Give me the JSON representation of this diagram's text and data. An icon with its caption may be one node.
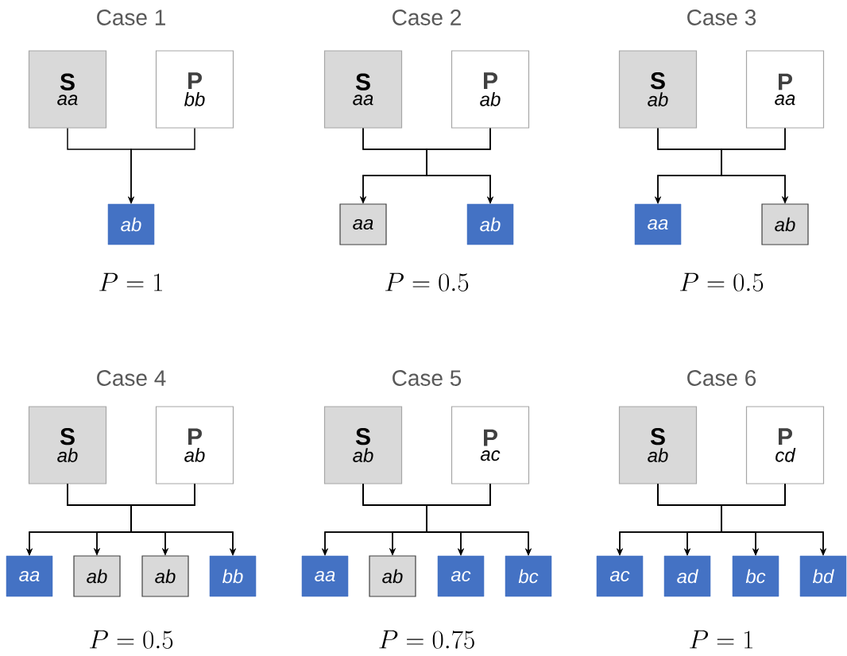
{
  "diagram": {
    "nodes": [
      {
        "text": [
          "S",
          "aa"
        ]
      },
      {
        "text": [
          "P",
          "bb"
        ]
      },
      {
        "text": [
          "ab"
        ]
      },
      {
        "text": [
          "S",
          "aa"
        ]
      },
      {
        "text": [
          "P",
          "ab"
        ]
      },
      {
        "text": [
          "aa"
        ]
      },
      {
        "text": [
          "ab"
        ]
      },
      {
        "text": [
          "S",
          "ab"
        ]
      },
      {
        "text": [
          "P",
          "aa"
        ]
      },
      {
        "text": [
          "aa"
        ]
      },
      {
        "text": [
          "ab"
        ]
      },
      {
        "text": [
          "S",
          "ab"
        ]
      },
      {
        "text": [
          "P",
          "ab"
        ]
      },
      {
        "text": [
          "aa"
        ]
      },
      {
        "text": [
          "ab"
        ]
      },
      {
        "text": [
          "ab"
        ]
      },
      {
        "text": [
          "bb"
        ]
      },
      {
        "text": [
          "S",
          "ab"
        ]
      },
      {
        "text": [
          "P",
          "ac"
        ]
      },
      {
        "text": [
          "aa"
        ]
      },
      {
        "text": [
          "ab"
        ]
      },
      {
        "text": [
          "ac"
        ]
      },
      {
        "text": [
          "bc"
        ]
      },
      {
        "text": [
          "S",
          "ab"
        ]
      },
      {
        "text": [
          "P",
          "cd"
        ]
      },
      {
        "text": [
          "ac"
        ]
      },
      {
        "text": [
          "ad"
        ]
      },
      {
        "text": [
          "bc"
        ]
      },
      {
        "text": [
          "bd"
        ]
      }
    ],
    "edges": [
      {
        "from": 0,
        "to": 2,
        "arrow": "to"
      },
      {
        "from": 1,
        "to": 2,
        "arrow": "to"
      },
      {
        "from": 3,
        "to": 5,
        "arrow": "to"
      },
      {
        "from": 3,
        "to": 6,
        "arrow": "to"
      },
      {
        "from": 4,
        "to": 5,
        "arrow": "to"
      },
      {
        "from": 4,
        "to": 6,
        "arrow": "to"
      },
      {
        "from": 7,
        "to": 9,
        "arrow": "to"
      },
      {
        "from": 7,
        "to": 10,
        "arrow": "to"
      },
      {
        "from": 8,
        "to": 9,
        "arrow": "to"
      },
      {
        "from": 8,
        "to": 10,
        "arrow": "to"
      },
      {
        "from": 11,
        "to": 13,
        "arrow": "to"
      },
      {
        "from": 11,
        "to": 14,
        "arrow": "to"
      },
      {
        "from": 11,
        "to": 15,
        "arrow": "to"
      },
      {
        "from": 11,
        "to": 16,
        "arrow": "to"
      },
      {
        "from": 12,
        "to": 13,
        "arrow": "to"
      },
      {
        "from": 12,
        "to": 14,
        "arrow": "to"
      },
      {
        "from": 12,
        "to": 15,
        "arrow": "to"
      },
      {
        "from": 12,
        "to": 16,
        "arrow": "to"
      },
      {
        "from": 17,
        "to": 19,
        "arrow": "to"
      },
      {
        "from": 17,
        "to": 20,
        "arrow": "to"
      },
      {
        "from": 17,
        "to": 21,
        "arrow": "to"
      },
      {
        "from": 17,
        "to": 22,
        "arrow": "to"
      },
      {
        "from": 18,
        "to": 19,
        "arrow": "to"
      },
      {
        "from": 18,
        "to": 20,
        "arrow": "to"
      },
      {
        "from": 18,
        "to": 21,
        "arrow": "to"
      },
      {
        "from": 18,
        "to": 22,
        "arrow": "to"
      },
      {
        "from": 23,
        "to": 25,
        "arrow": "to"
      },
      {
        "from": 23,
        "to": 26,
        "arrow": "to"
      },
      {
        "from": 23,
        "to": 27,
        "arrow": "to"
      },
      {
        "from": 23,
        "to": 28,
        "arrow": "to"
      },
      {
        "from": 24,
        "to": 25,
        "arrow": "to"
      },
      {
        "from": 24,
        "to": 26,
        "arrow": "to"
      },
      {
        "from": 24,
        "to": 27,
        "arrow": "to"
      },
      {
        "from": 24,
        "to": 28,
        "arrow": "to"
      }
    ],
    "labels": [
      "Case 1",
      "Case 2",
      "Case 3",
      "P = 1",
      "P = 0.5",
      "P = 0.5",
      "Case 4",
      "Case 5",
      "Case 6",
      "P = 0.5",
      "P = 0.75",
      "P = 1"
    ]
  }
}
